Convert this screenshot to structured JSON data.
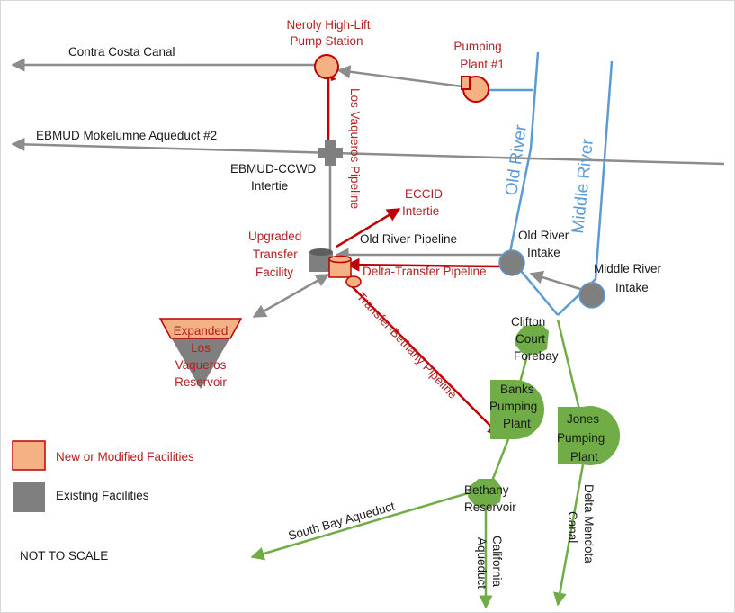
{
  "labels": {
    "contra_costa_canal": "Contra Costa Canal",
    "neroly_1": "Neroly High-Lift",
    "neroly_2": "Pump Station",
    "pumping_plant_1a": "Pumping",
    "pumping_plant_1b": "Plant #1",
    "ebmud_aqueduct": "EBMUD Mokelumne Aqueduct #2",
    "los_vaqueros_pipeline": "Los Vaqueros Pipeline",
    "old_river": "Old River",
    "middle_river": "Middle River",
    "intertie_1": "EBMUD-CCWD",
    "intertie_2": "Intertie",
    "eccid_1": "ECCID",
    "eccid_2": "Intertie",
    "upgraded_1": "Upgraded",
    "upgraded_2": "Transfer",
    "upgraded_3": "Facility",
    "old_river_pipeline": "Old River Pipeline",
    "old_river_intake_1": "Old River",
    "old_river_intake_2": "Intake",
    "delta_transfer_pipeline": "Delta-Transfer Pipeline",
    "middle_river_intake_1": "Middle River",
    "middle_river_intake_2": "Intake",
    "expanded_1": "Expanded",
    "expanded_2": "Los",
    "expanded_3": "Vaqueros",
    "expanded_4": "Reservoir",
    "transfer_bethany_pipeline": "Transfer-Bethany Pipeline",
    "clifton_1": "Clifton",
    "clifton_2": "Court",
    "clifton_3": "Forebay",
    "banks_1": "Banks",
    "banks_2": "Pumping",
    "banks_3": "Plant",
    "jones_1": "Jones",
    "jones_2": "Pumping",
    "jones_3": "Plant",
    "bethany_1": "Bethany",
    "bethany_2": "Reservoir",
    "south_bay_aqueduct": "South Bay Aqueduct",
    "california_1": "California",
    "california_2": "Aqueduct",
    "delta_mendota_1": "Delta Mendota",
    "delta_mendota_2": "Canal",
    "not_to_scale": "NOT TO SCALE"
  },
  "legend": {
    "new_label": "New or Modified Facilities",
    "existing_label": "Existing Facilities"
  },
  "colors": {
    "new_fill": "#f4b183",
    "new_stroke": "#c00000",
    "existing_fill": "#7f7f7f",
    "gray_line": "#8c8c8c",
    "red_line": "#c00000",
    "blue_line": "#5b9bd5",
    "green": "#70ad47",
    "red_text": "#b22222"
  }
}
